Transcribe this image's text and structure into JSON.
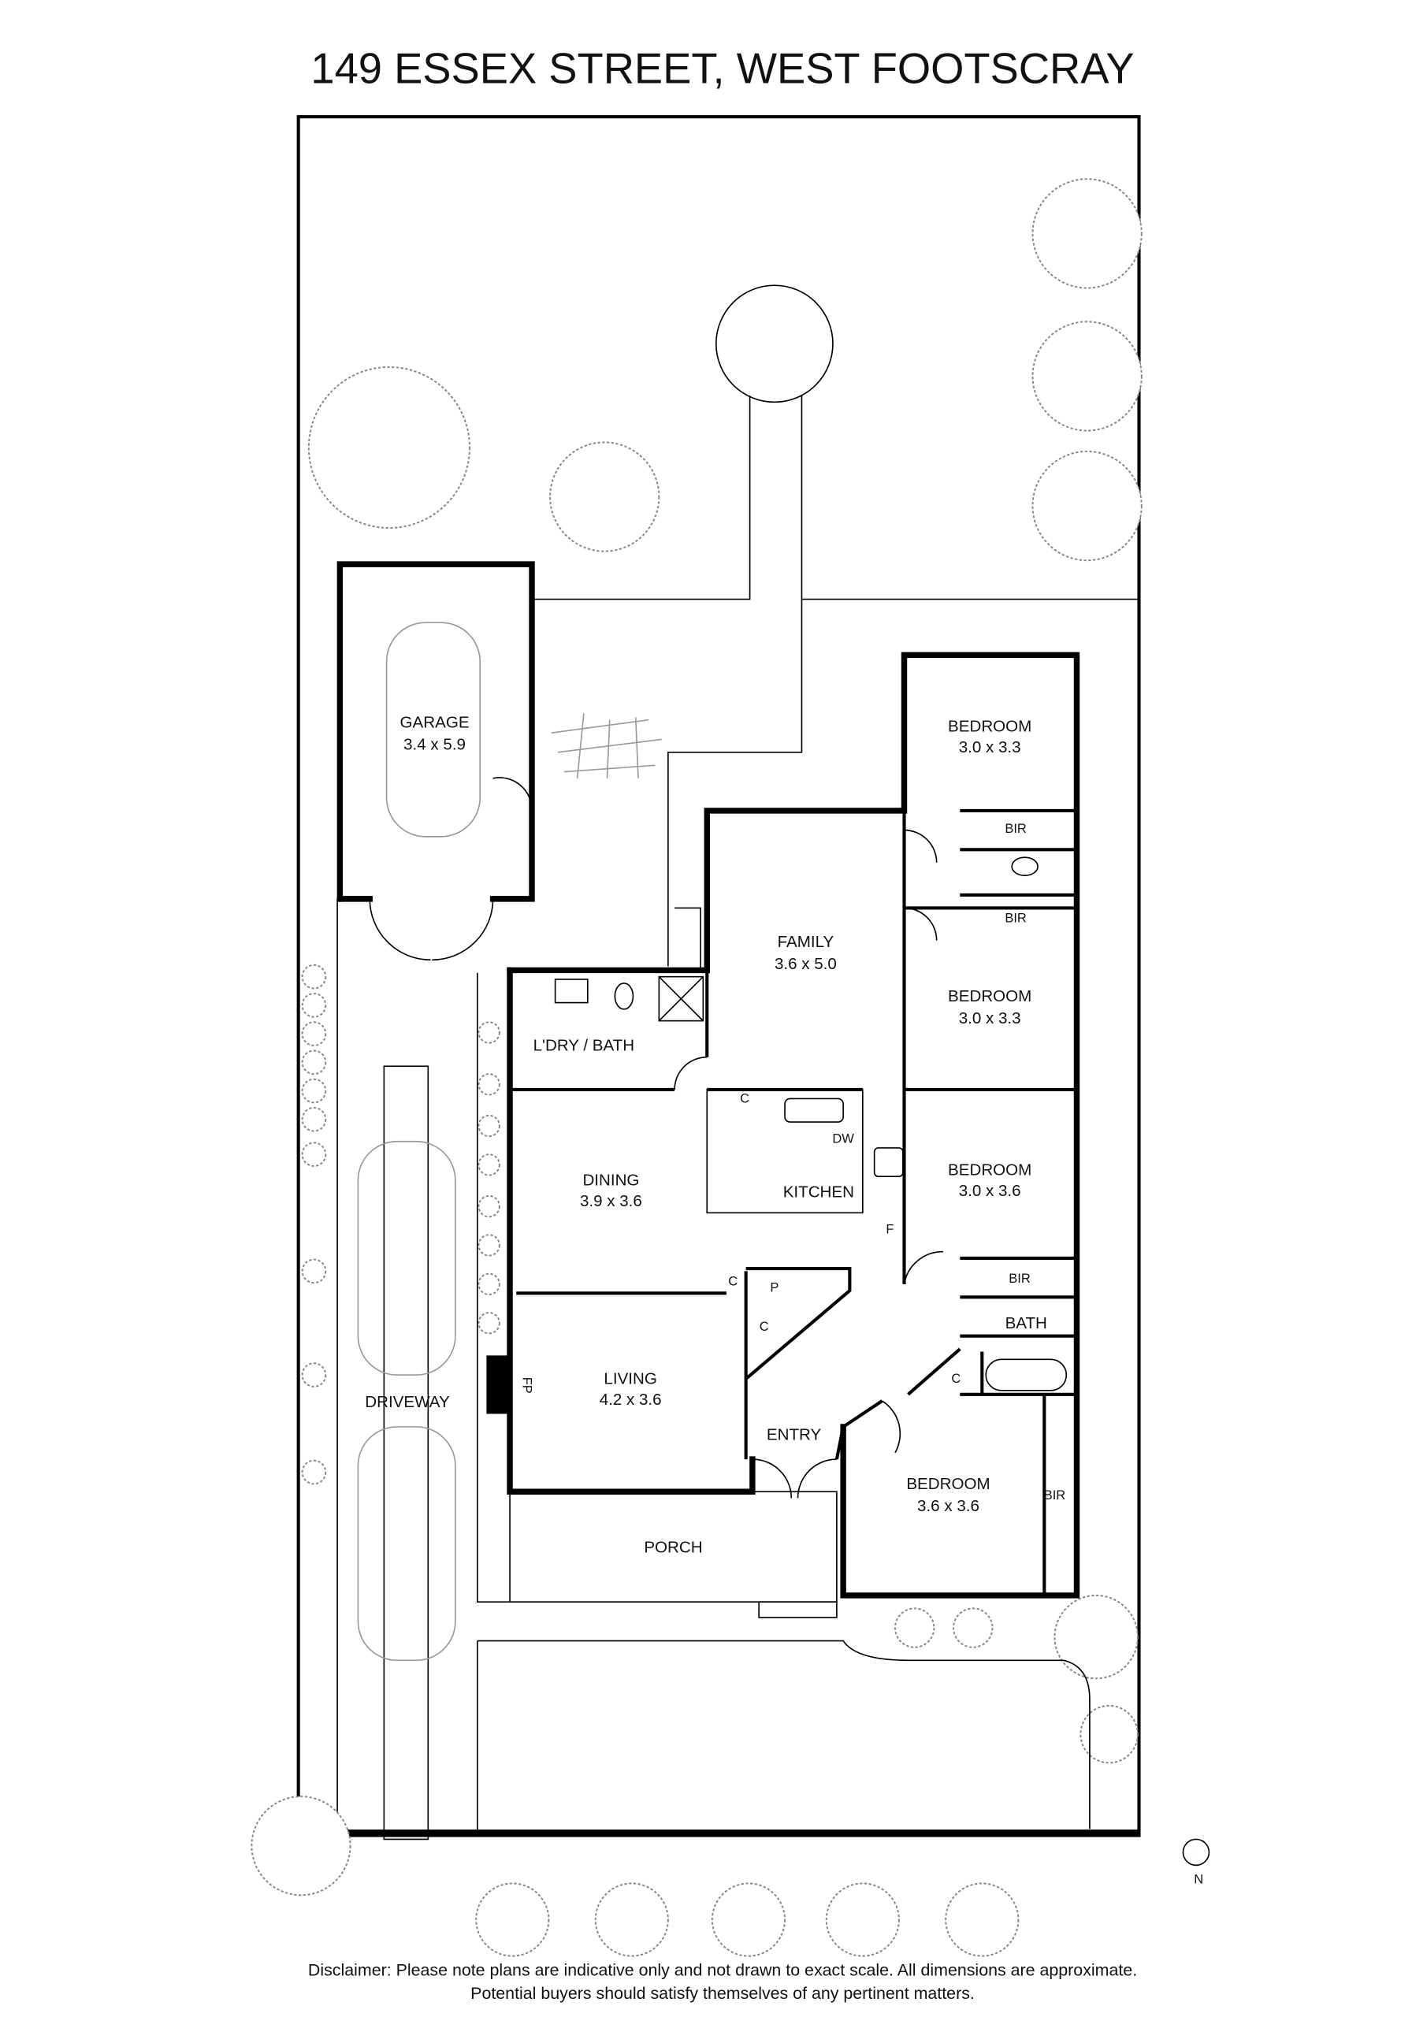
{
  "title": "149 ESSEX STREET, WEST FOOTSCRAY",
  "rooms": {
    "garage": {
      "name": "GARAGE",
      "size": "3.4 x 5.9"
    },
    "bedroom1": {
      "name": "BEDROOM",
      "size": "3.0 x 3.3"
    },
    "bedroom2": {
      "name": "BEDROOM",
      "size": "3.0 x 3.3"
    },
    "bedroom3": {
      "name": "BEDROOM",
      "size": "3.0 x 3.6"
    },
    "bedroom4": {
      "name": "BEDROOM",
      "size": "3.6 x 3.6"
    },
    "family": {
      "name": "FAMILY",
      "size": "3.6 x 5.0"
    },
    "laundry": {
      "name": "L'DRY / BATH"
    },
    "dining": {
      "name": "DINING",
      "size": "3.9 x 3.6"
    },
    "kitchen": {
      "name": "KITCHEN"
    },
    "living": {
      "name": "LIVING",
      "size": "4.2 x 3.6"
    },
    "entry": {
      "name": "ENTRY"
    },
    "porch": {
      "name": "PORCH"
    },
    "bath": {
      "name": "BATH"
    },
    "driveway": {
      "name": "DRIVEWAY"
    }
  },
  "fixtures": {
    "bir": "BIR",
    "cupboard": "C",
    "pantry": "P",
    "dishwasher": "DW",
    "fridge": "F",
    "fireplace": "FP"
  },
  "compass": {
    "north": "N"
  },
  "disclaimer": {
    "line1": "Disclaimer: Please note plans are indicative only and not drawn to exact scale. All dimensions are approximate.",
    "line2": "Potential buyers should satisfy themselves of any pertinent matters."
  }
}
